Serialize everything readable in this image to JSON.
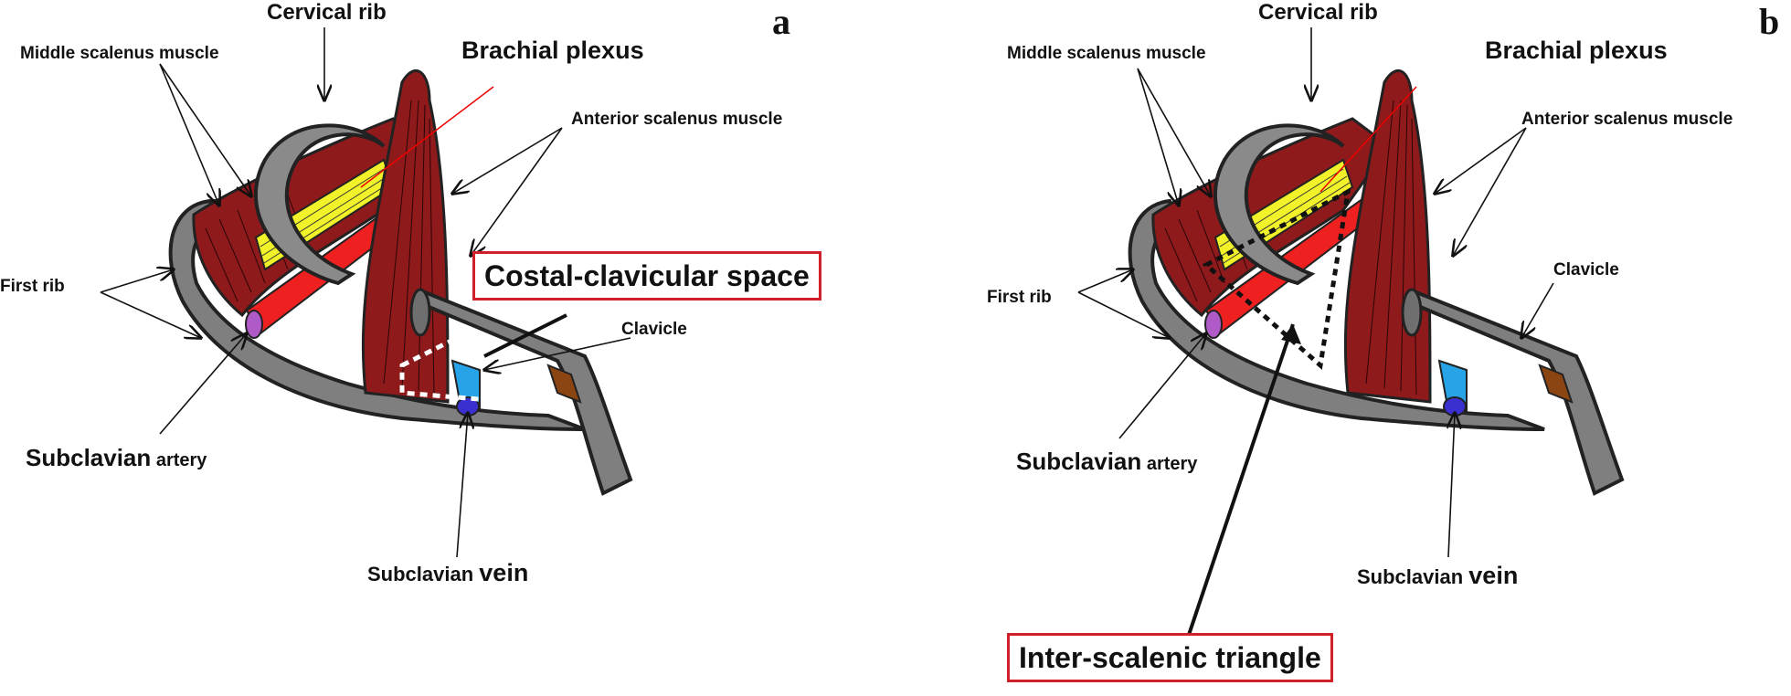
{
  "panels": [
    {
      "letter": "a",
      "labels": {
        "cervical_rib": "Cervical rib",
        "middle_scalenus": "Middle scalenus muscle",
        "brachial_plexus": "Brachial plexus",
        "anterior_scalenus": "Anterior scalenus muscle",
        "first_rib": "First rib",
        "clavicle": "Clavicle",
        "subclavian_artery_bold": "Subclavian",
        "subclavian_artery_rest": " artery",
        "subclavian_vein_first": "Subclavian ",
        "subclavian_vein_bold": "vein"
      },
      "highlight": "Costal-clavicular space"
    },
    {
      "letter": "b",
      "labels": {
        "cervical_rib": "Cervical rib",
        "middle_scalenus": "Middle scalenus muscle",
        "brachial_plexus": "Brachial plexus",
        "anterior_scalenus": "Anterior scalenus muscle",
        "first_rib": "First rib",
        "clavicle": "Clavicle",
        "subclavian_artery_bold": "Subclavian",
        "subclavian_artery_rest": " artery",
        "subclavian_vein_first": "Subclavian ",
        "subclavian_vein_bold": "vein"
      },
      "highlight": "Inter-scalenic triangle"
    }
  ],
  "colors": {
    "muscle": "#8e1a1c",
    "rib": "#7f7f7f",
    "plexus": "#f2f22a",
    "artery": "#ee2020",
    "vein": "#27a4e8",
    "highlight_box": "#d0202a"
  }
}
